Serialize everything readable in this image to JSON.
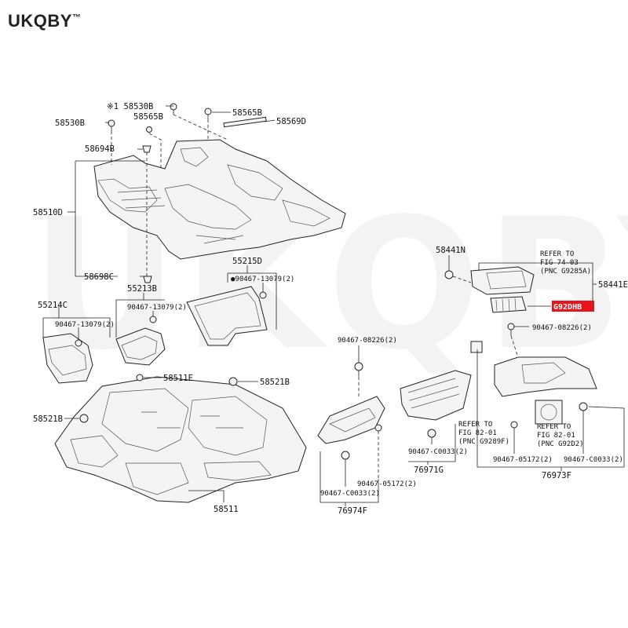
{
  "brand": {
    "name": "UKQBY",
    "tm": "™"
  },
  "watermark": "UKQBY™",
  "highlight_color": "#e8141c",
  "labels": {
    "p58530B_star": "※1 58530B",
    "p58530B": "58530B",
    "p58565B_a": "58565B",
    "p58565B_b": "58565B",
    "p58569D": "58569D",
    "p58694B": "58694B",
    "p58510D": "58510D",
    "p58698C": "58698C",
    "p55214C": "55214C",
    "p90467_13079_a": "90467-13079(2)",
    "p55213B": "55213B",
    "p90467_13079_b": "90467-13079(2)",
    "p55215D": "55215D",
    "p90467_13079_c": "●90467-13079(2)",
    "p58511E": "58511E",
    "p58521B_a": "58521B",
    "p58521B_b": "58521B",
    "p58511": "58511",
    "p58441N": "58441N",
    "ref74_1": "REFER TO",
    "ref74_2": "FIG 74-03",
    "ref74_3": "(PNC G9285A)",
    "p58441E": "58441E",
    "pG92DHB": "G92DHB",
    "p90467_08226_a": "90467-08226(2)",
    "p90467_08226_b": "90467-08226(2)",
    "ref82a_1": "REFER TO",
    "ref82a_2": "FIG 82-01",
    "ref82a_3": "(PNC G9289F)",
    "ref82b_1": "REFER TO",
    "ref82b_2": "FIG 82-01",
    "ref82b_3": "(PNC G92D2)",
    "p90467_C0033_a": "90467-C0033(2)",
    "p76971G": "76971G",
    "p90467_05172_a": "90467-05172(2)",
    "p90467_C0033_b": "90467-C0033(2)",
    "p76973F": "76973F",
    "p90467_05172_b": "90467-05172(2)",
    "p90467_C0033_c": "90467-C0033(2)",
    "p76974F": "76974F"
  }
}
